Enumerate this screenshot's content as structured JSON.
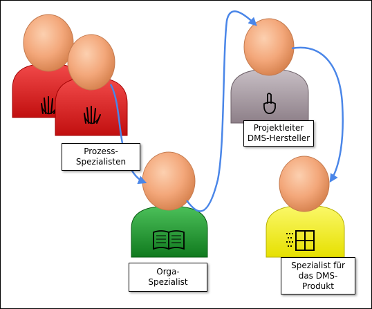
{
  "labels": {
    "prozess": [
      "Prozess-",
      "Spezialisten"
    ],
    "orga": [
      "Orga-",
      "Spezialist"
    ],
    "projektleiter": [
      "Projektleiter",
      "DMS-Hersteller"
    ],
    "produkt": [
      "Spezialist für",
      "das DMS-",
      "Produkt"
    ]
  },
  "colors": {
    "prozess": "#dd1f1f",
    "orga": "#1e8c2a",
    "projektleiter": "#a89aa3",
    "produkt": "#f2ee1a",
    "head": "#f3a77a",
    "arrow": "#4a86e8"
  },
  "icons": {
    "prozess": "raised-hand-icon",
    "orga": "open-book-icon",
    "projektleiter": "pointing-finger-icon",
    "produkt": "window-icon"
  }
}
